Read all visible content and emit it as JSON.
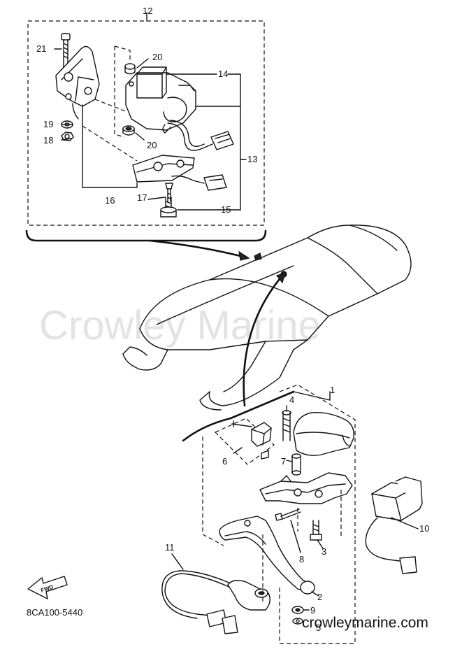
{
  "watermark": "Crowley Marine",
  "website": "crowleymarine.com",
  "diagram_code": "8CA100-5440",
  "fwd_label": "FWD",
  "callouts": {
    "c1": "1",
    "c2": "2",
    "c3": "3",
    "c4": "4",
    "c5": "5",
    "c6": "6",
    "c7": "7",
    "c8": "8",
    "c9": "9",
    "c10": "10",
    "c11": "11",
    "c12": "12",
    "c13": "13",
    "c14": "14",
    "c15": "15",
    "c16": "16",
    "c17": "17",
    "c18": "18",
    "c19": "19",
    "c20a": "20",
    "c20b": "20",
    "c21": "21"
  }
}
